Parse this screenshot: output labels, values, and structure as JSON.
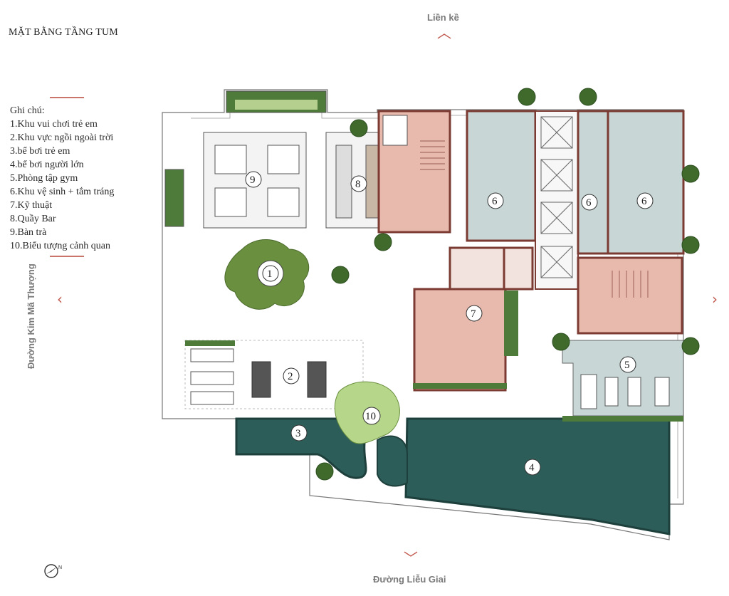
{
  "title": "MẶT BẰNG TẦNG TUM",
  "legend": {
    "heading": "Ghi chú:",
    "items": [
      "1.Khu vui chơi trẻ em",
      "2.Khu vực ngồi ngoài trời",
      "3.bể bơi trẻ em",
      "4.bể bơi người lớn",
      "5.Phòng tập gym",
      "6.Khu vệ sinh + tắm tráng",
      "7.Kỹ thuật",
      "8.Quầy Bar",
      "9.Bàn trà",
      "10.Biểu tượng cảnh quan"
    ]
  },
  "directions": {
    "top": "Liền kề",
    "bottom": "Đường Liễu Giai",
    "left": "Đường Kim Mã Thượng"
  },
  "zone_numbers": [
    "1",
    "2",
    "3",
    "4",
    "5",
    "6",
    "6",
    "6",
    "7",
    "8",
    "9",
    "10"
  ],
  "colors": {
    "wall": "#7b3b33",
    "pool": "#2c5d58",
    "core": "#e8b9ad",
    "wet": "#c8d6d6",
    "green": "#4e7a3a",
    "accent": "#c0574d"
  },
  "icons": {
    "nav_up": "chevron-up-icon",
    "nav_down": "chevron-down-icon",
    "nav_left": "chevron-left-icon",
    "nav_right": "chevron-right-icon",
    "compass": "north-arrow-icon"
  }
}
